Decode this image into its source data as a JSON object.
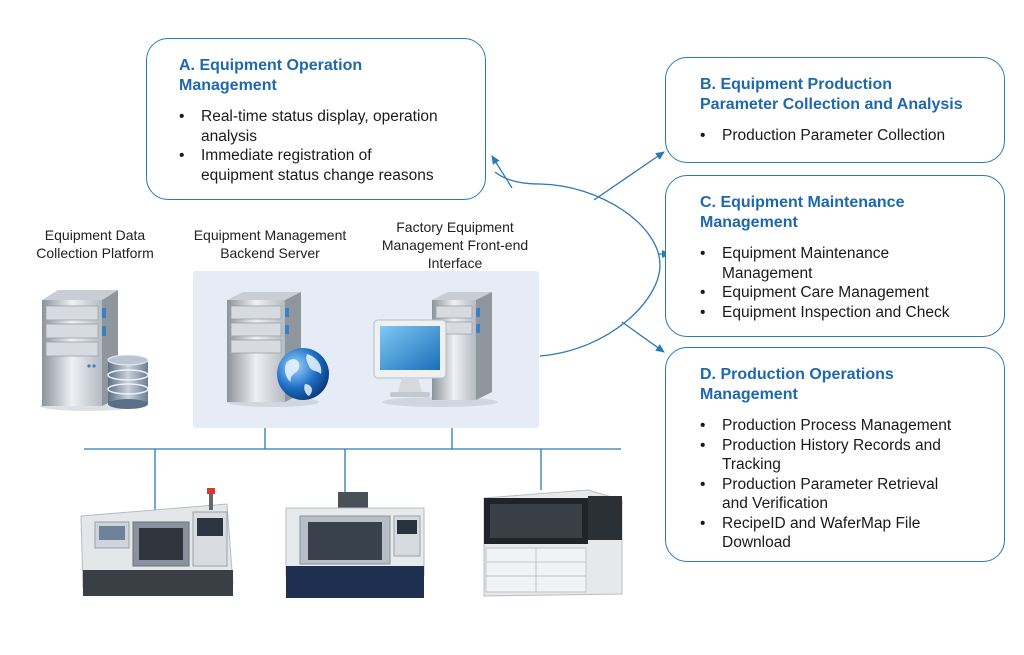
{
  "boxes": {
    "a": {
      "title_line1": "A. Equipment Operation",
      "title_line2": "Management",
      "items": [
        [
          "Real-time status display, operation",
          "analysis"
        ],
        [
          "Immediate registration of",
          "equipment status change reasons"
        ]
      ]
    },
    "b": {
      "title_line1": "B. Equipment Production",
      "title_line2": "Parameter Collection and Analysis",
      "items": [
        [
          "Production Parameter Collection"
        ]
      ]
    },
    "c": {
      "title_line1": "C. Equipment Maintenance",
      "title_line2": "Management",
      "items": [
        [
          "Equipment Maintenance",
          "Management"
        ],
        [
          "Equipment Care Management"
        ],
        [
          "Equipment Inspection and Check"
        ]
      ]
    },
    "d": {
      "title_line1": "D. Production Operations",
      "title_line2": "Management",
      "items": [
        [
          "Production Process Management"
        ],
        [
          "Production History Records and",
          "Tracking"
        ],
        [
          "Production Parameter Retrieval",
          "and Verification"
        ],
        [
          "RecipeID and WaferMap File",
          "Download"
        ]
      ]
    }
  },
  "labels": {
    "collection_platform": [
      "Equipment Data",
      "Collection Platform"
    ],
    "backend_server": [
      "Equipment Management",
      "Backend Server"
    ],
    "frontend": [
      "Factory Equipment",
      "Management Front-end",
      "Interface"
    ]
  },
  "colors": {
    "accent": "#1f68ad",
    "border": "#2b79b8",
    "panel": "#e6ecf5"
  },
  "icons": [
    "server-database-icon",
    "server-globe-icon",
    "monitor-server-icon",
    "cnc-lathe-icon",
    "cnc-mill-icon",
    "automation-cabinet-icon"
  ]
}
